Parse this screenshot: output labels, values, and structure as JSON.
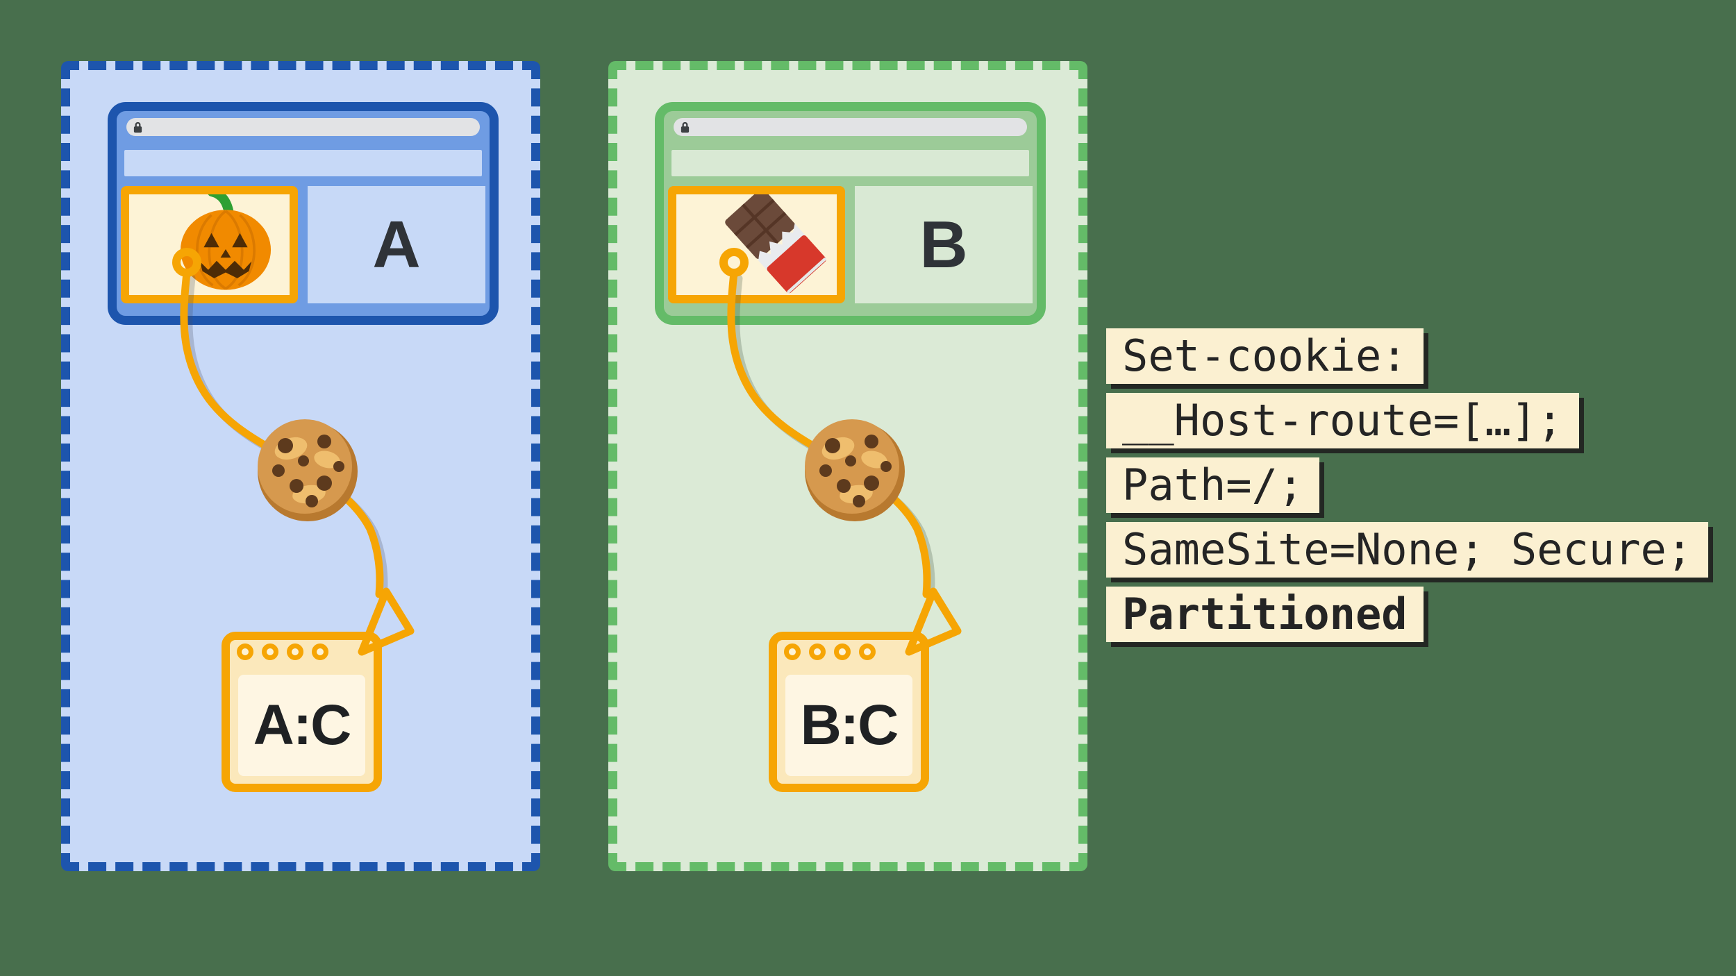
{
  "background_color": "#486F4D",
  "accent_orange": "#F6A504",
  "partitions": [
    {
      "site_label": "A",
      "storage_label": "A:C",
      "embed_icon": "pumpkin-icon",
      "theme": {
        "border": "#1D55AD",
        "panel_bg": "#C8D9F7",
        "window_fill": "#6F9CE3",
        "content_fill": "#C7D9F7"
      }
    },
    {
      "site_label": "B",
      "storage_label": "B:C",
      "embed_icon": "chocolate-icon",
      "theme": {
        "border": "#64BB68",
        "panel_bg": "#DBEAD6",
        "window_fill": "#9CCB98",
        "content_fill": "#D9E9D4"
      }
    }
  ],
  "url_bar": {
    "value": "",
    "icon": "lock-icon",
    "bg": "#E2E3E5"
  },
  "code": {
    "bg": "#FBF0D1",
    "text_color": "#242424",
    "lines": [
      {
        "text": "Set-cookie:",
        "bold": false
      },
      {
        "text": "__Host-route=[…];",
        "bold": false
      },
      {
        "text": "Path=/;",
        "bold": false
      },
      {
        "text": "SameSite=None; Secure;",
        "bold": false
      },
      {
        "text": "Partitioned",
        "bold": true
      }
    ]
  }
}
